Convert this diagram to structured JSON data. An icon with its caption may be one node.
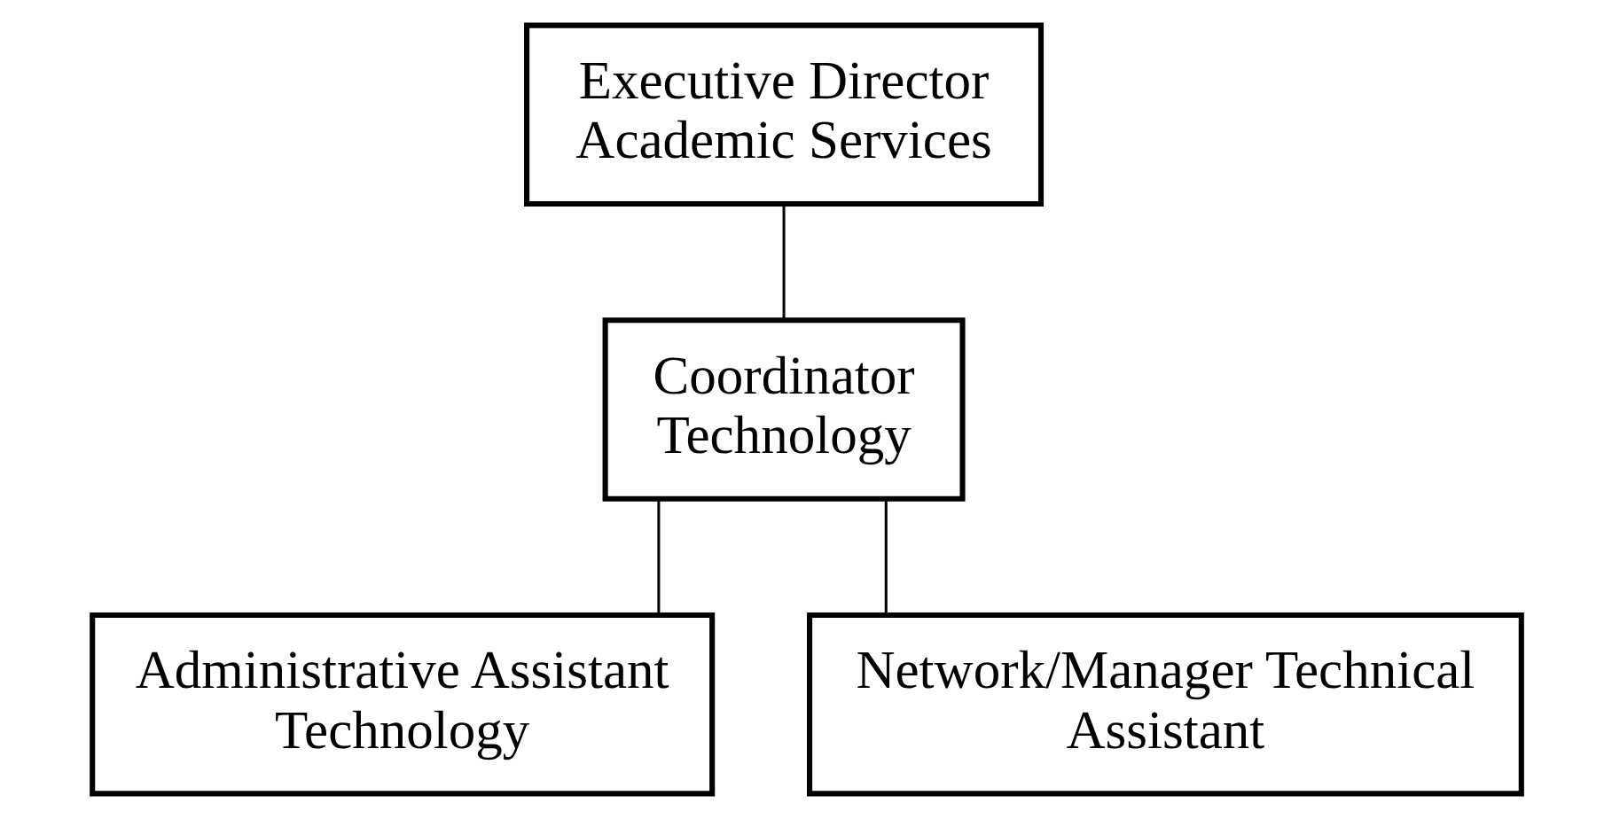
{
  "diagram": {
    "nodes": [
      {
        "text": [
          "Executive Director Academic Services"
        ]
      },
      {
        "text": [
          "Coordinator Technology"
        ]
      },
      {
        "text": [
          "Administrative Assistant Technology"
        ]
      },
      {
        "text": [
          "Network/Manager Technical Assistant"
        ]
      }
    ],
    "edges": [
      {
        "from": 0,
        "to": 1,
        "arrow": "none"
      },
      {
        "from": 1,
        "to": 2,
        "arrow": "none"
      },
      {
        "from": 1,
        "to": 3,
        "arrow": "none"
      }
    ]
  }
}
